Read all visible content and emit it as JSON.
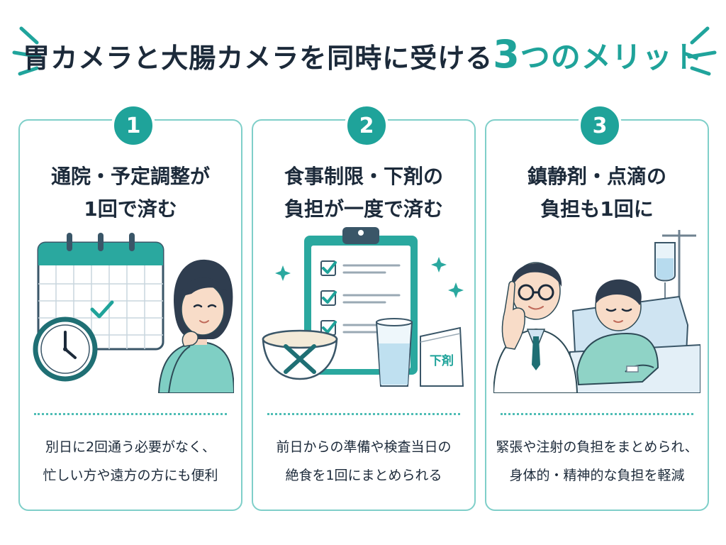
{
  "title": {
    "prefix": "胃カメラと大腸カメラを同時に受ける",
    "accent_number": "3",
    "accent_suffix": "つのメリット"
  },
  "cards": [
    {
      "number": "1",
      "title_line1": "通院・予定調整が",
      "title_line2": "1回で済む",
      "illustration_icons": [
        "calendar-icon",
        "clock-icon",
        "woman-thinking"
      ],
      "desc_line1": "別日に2回通う必要がなく、",
      "desc_line2": "忙しい方や遠方の方にも便利"
    },
    {
      "number": "2",
      "title_line1": "食事制限・下剤の",
      "title_line2": "負担が一度で済む",
      "illustration_icons": [
        "clipboard-checklist-icon",
        "bowl-crossed-icon",
        "water-glass-icon",
        "laxative-packet-icon"
      ],
      "packet_label": "下剤",
      "desc_line1": "前日からの準備や検査当日の",
      "desc_line2": "絶食を1回にまとめられる"
    },
    {
      "number": "3",
      "title_line1": "鎮静剤・点滴の",
      "title_line2": "負担も1回に",
      "illustration_icons": [
        "doctor",
        "patient-in-bed",
        "iv-drip-icon"
      ],
      "desc_line1": "緊張や注射の負担をまとめられ、",
      "desc_line2": "身体的・精神的な負担を軽減"
    }
  ],
  "colors": {
    "accent": "#1fa39a",
    "card_border": "#7fcfc9",
    "text": "#1c2a3a",
    "teal_light": "#8fd3cc",
    "blue_light": "#cfe4f2"
  }
}
